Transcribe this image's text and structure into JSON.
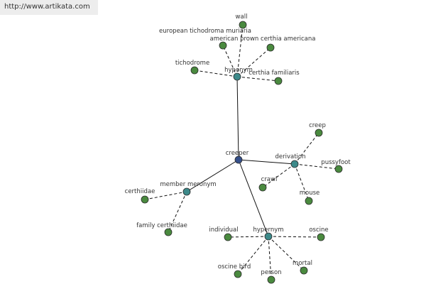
{
  "source_url": "http://www.artikata.com",
  "colors": {
    "center_node": "#35508a",
    "relation_node": "#3d8a8a",
    "leaf_node": "#4a8a3f",
    "edge": "#111111"
  },
  "graph": {
    "center": {
      "id": "creeper",
      "label": "creeper"
    },
    "relations": [
      {
        "id": "hyponym",
        "label": "hyponym"
      },
      {
        "id": "derivation",
        "label": "derivation"
      },
      {
        "id": "member-meronym",
        "label": "member meronym"
      },
      {
        "id": "hypernym",
        "label": "hypernym"
      }
    ],
    "leaves": [
      {
        "id": "wall",
        "label": "wall",
        "relation": "hyponym"
      },
      {
        "id": "european-tichodroma-muriaria",
        "label": "european tichodroma muriaria",
        "relation": "hyponym"
      },
      {
        "id": "american-brown-certhia-americana",
        "label": "american brown certhia americana",
        "relation": "hyponym"
      },
      {
        "id": "tichodrome",
        "label": "tichodrome",
        "relation": "hyponym"
      },
      {
        "id": "certhia-familiaris",
        "label": "certhia familiaris",
        "relation": "hyponym"
      },
      {
        "id": "creep",
        "label": "creep",
        "relation": "derivation"
      },
      {
        "id": "pussyfoot",
        "label": "pussyfoot",
        "relation": "derivation"
      },
      {
        "id": "crawl",
        "label": "crawl",
        "relation": "derivation"
      },
      {
        "id": "mouse",
        "label": "mouse",
        "relation": "derivation"
      },
      {
        "id": "certhiidae",
        "label": "certhiidae",
        "relation": "member-meronym"
      },
      {
        "id": "family-certhiidae",
        "label": "family certhiidae",
        "relation": "member-meronym"
      },
      {
        "id": "individual",
        "label": "individual",
        "relation": "hypernym"
      },
      {
        "id": "oscine",
        "label": "oscine",
        "relation": "hypernym"
      },
      {
        "id": "oscine-bird",
        "label": "oscine bird",
        "relation": "hypernym"
      },
      {
        "id": "person",
        "label": "person",
        "relation": "hypernym"
      },
      {
        "id": "mortal",
        "label": "mortal",
        "relation": "hypernym"
      }
    ]
  }
}
